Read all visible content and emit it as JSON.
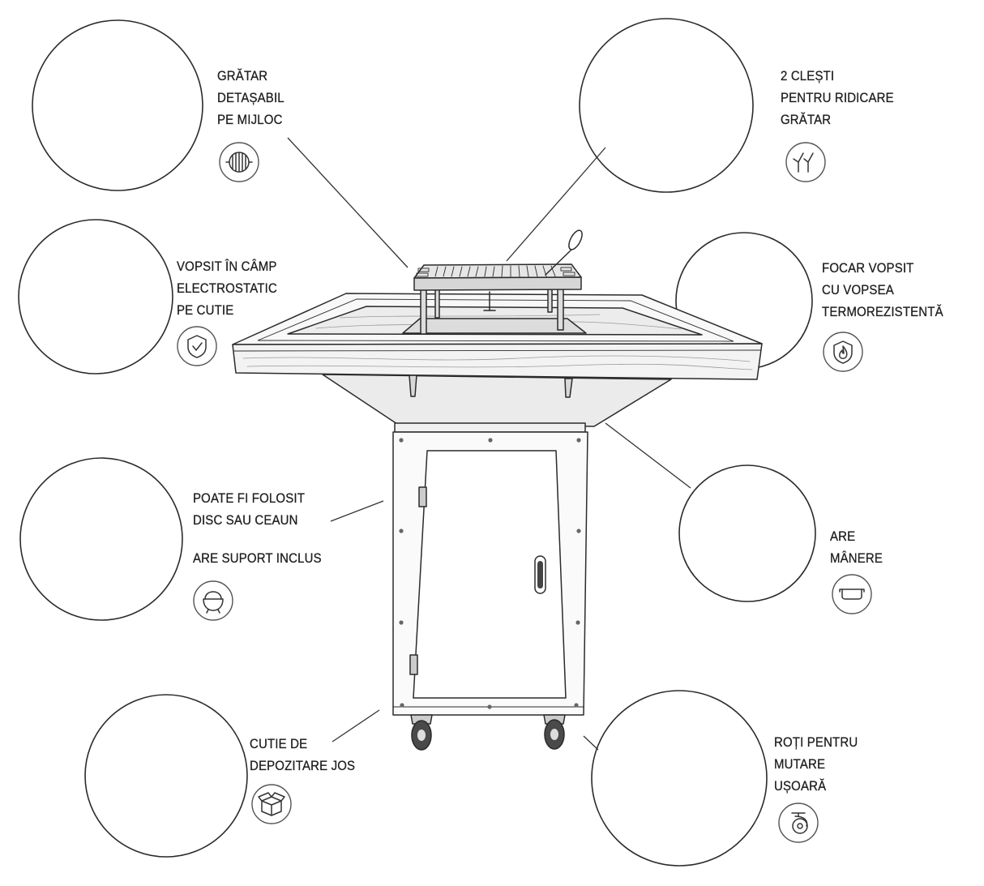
{
  "colors": {
    "background": "#ffffff",
    "line": "#2b2b2b",
    "text": "#1e1e1e"
  },
  "callouts": {
    "removable_grate": {
      "lines": [
        "GRĂTAR",
        "DETAȘABIL",
        "PE MIJLOC"
      ],
      "icon": "grill-grate-icon"
    },
    "lifting_tongs": {
      "lines": [
        "2 CLEȘTI",
        "PENTRU RIDICARE",
        "GRĂTAR"
      ],
      "icon": "tongs-icon"
    },
    "powder_coated_box": {
      "lines": [
        "VOPSIT ÎN CÂMP",
        "ELECTROSTATIC",
        "PE CUTIE"
      ],
      "icon": "shield-check-icon"
    },
    "heat_resistant_firebox": {
      "lines": [
        "FOCAR VOPSIT",
        "CU VOPSEA",
        "TERMOREZISTENTĂ"
      ],
      "icon": "fire-shield-icon"
    },
    "disc_or_cauldron": {
      "lines": [
        "POATE FI FOLOSIT",
        "DISC SAU CEAUN"
      ],
      "note": "ARE SUPORT INCLUS",
      "icon": "cauldron-icon"
    },
    "handles": {
      "lines": [
        "ARE",
        "MÂNERE"
      ],
      "icon": "handle-icon"
    },
    "storage_box": {
      "lines": [
        "CUTIE DE",
        "DEPOZITARE JOS"
      ],
      "icon": "box-icon"
    },
    "wheels": {
      "lines": [
        "ROȚI PENTRU",
        "MUTARE",
        "UȘOARĂ"
      ],
      "icon": "caster-wheel-icon"
    }
  }
}
